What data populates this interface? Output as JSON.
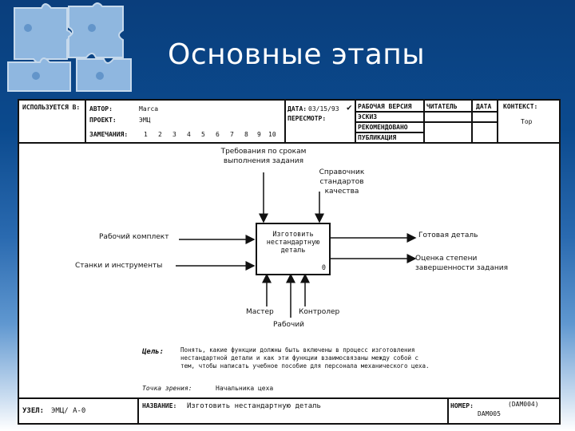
{
  "slide": {
    "title": "Основные этапы"
  },
  "header": {
    "used_in": "ИСПОЛЬЗУЕТСЯ В:",
    "author_label": "АВТОР:",
    "author_value": "Marca",
    "project_label": "ПРОЕКТ:",
    "project_value": "ЭМЦ",
    "date_label": "ДАТА:",
    "date_value": "03/15/93",
    "review_label": "ПЕРЕСМОТР:",
    "notes_label": "ЗАМЕЧАНИЯ:",
    "notes_numbers": [
      "1",
      "2",
      "3",
      "4",
      "5",
      "6",
      "7",
      "8",
      "9",
      "10"
    ],
    "status": [
      "РАБОЧАЯ ВЕРСИЯ",
      "ЭСКИЗ",
      "РЕКОМЕНДОВАНО",
      "ПУБЛИКАЦИЯ"
    ],
    "reader_label": "ЧИТАТЕЛЬ",
    "date2_label": "ДАТА",
    "context_label": "КОНТЕКСТ:",
    "context_value": "Top"
  },
  "diagram": {
    "function_name": "Изготовить нестандартную деталь",
    "function_number": "0",
    "control_1": "Требования по срокам выполнения задания",
    "control_2": "Справочник стандартов качества",
    "input_1": "Рабочий комплект",
    "input_2": "Станки и инструменты",
    "output_1": "Готовая деталь",
    "output_2": "Оценка степени завершенности задания",
    "mech_1": "Мастер",
    "mech_2": "Контролер",
    "mech_3": "Рабочий"
  },
  "purpose": {
    "label": "Цель:",
    "text": "Понять, какие функции должны быть включены в процесс изготовления нестандартной детали и как эти функции взаимосвязаны между собой с тем, чтобы написать учебное пособие для персонала механического цеха.",
    "viewpoint_label": "Точка зрения:",
    "viewpoint_value": "Начальника цеха"
  },
  "footer": {
    "node_label": "УЗЕЛ:",
    "node_value": "ЭМЦ/ A-0",
    "name_label": "НАЗВАНИЕ:",
    "name_value": "Изготовить нестандартную деталь",
    "number_label": "НОМЕР:",
    "number_value": "(DAM004)",
    "number_value2": "DAM005"
  }
}
